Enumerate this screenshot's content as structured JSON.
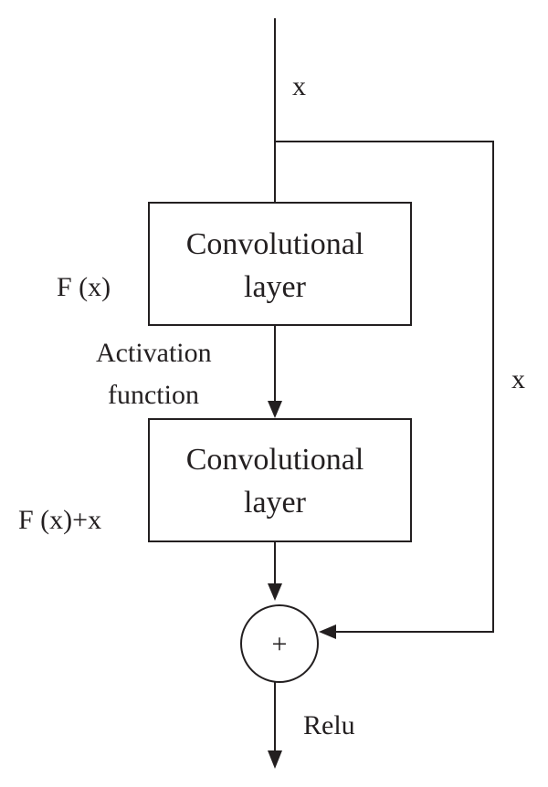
{
  "diagram": {
    "input_label": "x",
    "skip_label": "x",
    "block1": {
      "line1": "Convolutional",
      "line2": "layer"
    },
    "block2": {
      "line1": "Convolutional",
      "line2": "layer"
    },
    "residual_label": "F (x)",
    "activation": {
      "line1": "Activation",
      "line2": "function"
    },
    "sum_label": "F (x)+x",
    "add_symbol": "+",
    "output_label": "Relu"
  },
  "colors": {
    "stroke": "#231f20",
    "background": "#ffffff"
  }
}
